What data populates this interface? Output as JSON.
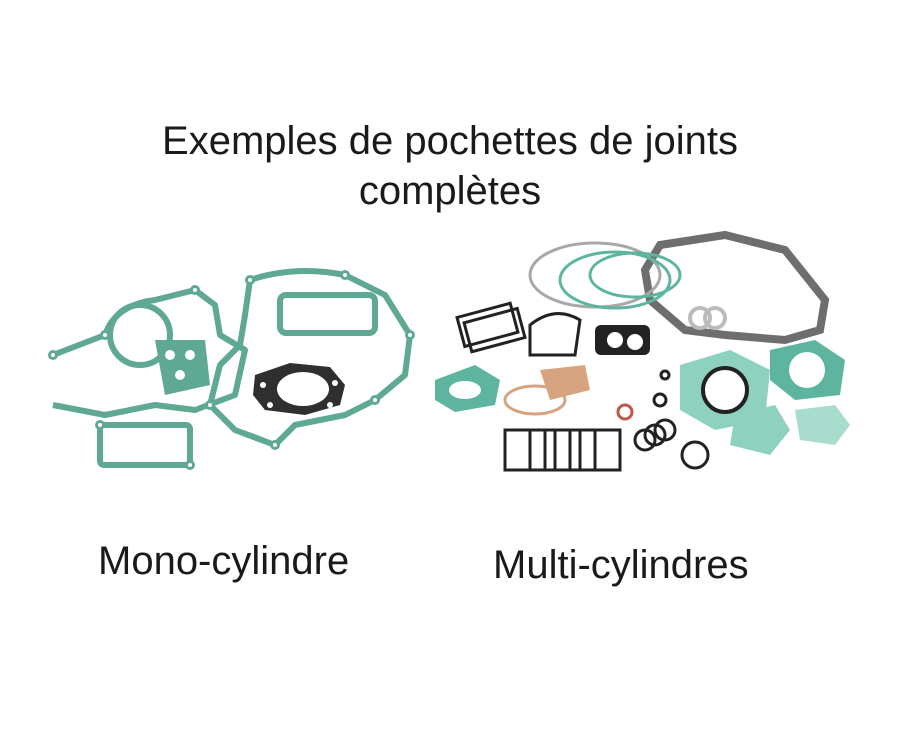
{
  "heading": {
    "line1": "Exemples de pochettes de joints",
    "line2": "complètes"
  },
  "panels": [
    {
      "caption": "Mono-cylindre",
      "image": "gasket-kit-single-cylinder",
      "colors": {
        "gasket_green": "#5fa894",
        "head_gasket": "#2f2f2f"
      }
    },
    {
      "caption": "Multi-cylindres",
      "image": "gasket-kit-multi-cylinder",
      "colors": {
        "gasket_green": "#5db5a0",
        "gasket_grey": "#6e6e6e",
        "gasket_black": "#222222",
        "copper": "#d6a47f"
      }
    }
  ]
}
